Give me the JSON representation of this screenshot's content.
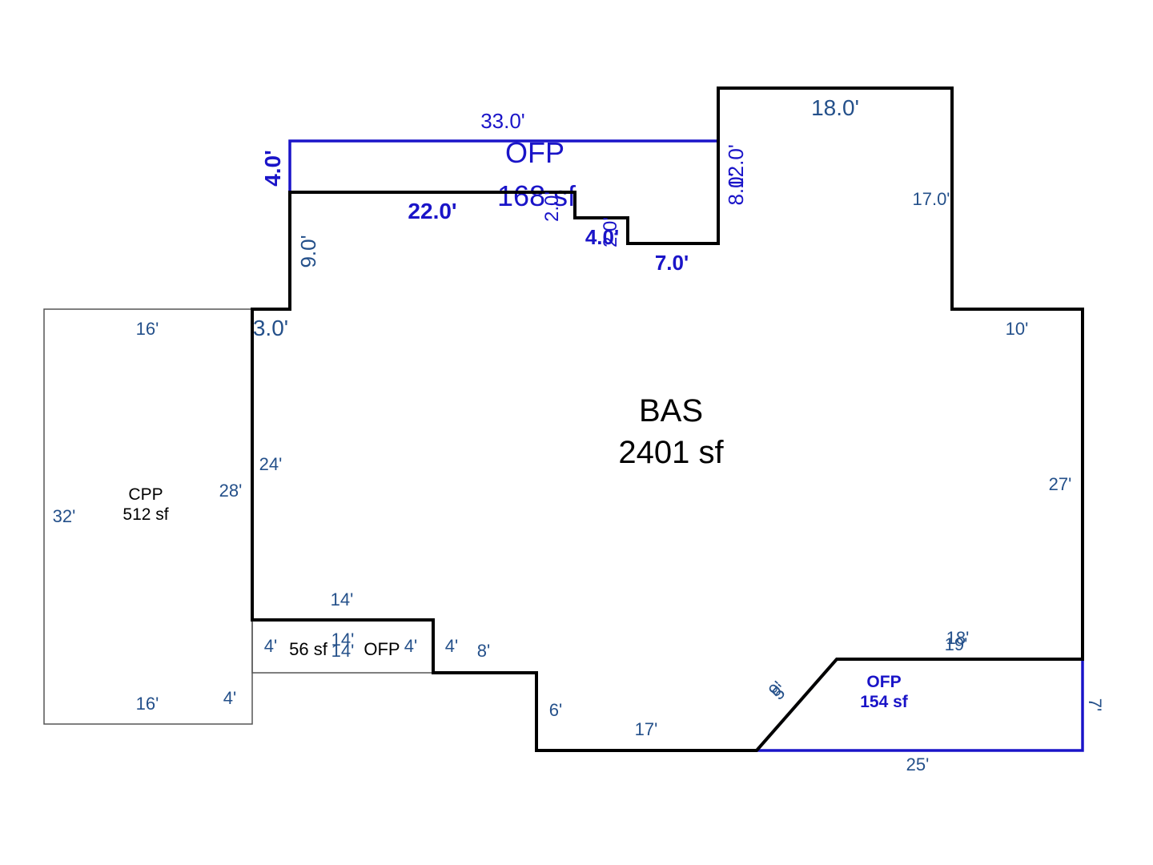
{
  "areas": {
    "bas": {
      "code": "BAS",
      "area": "2401 sf"
    },
    "cpp": {
      "code": "CPP",
      "area": "512 sf"
    },
    "ofp_top": {
      "code": "OFP",
      "area": "168 sf"
    },
    "ofp_small": {
      "code": "OFP",
      "area": "56 sf"
    },
    "ofp_right": {
      "code": "OFP",
      "area": "154 sf"
    }
  },
  "dimensions": {
    "bas": {
      "top_right": "18.0'",
      "right_upper": "17.0'",
      "step_right": "10'",
      "right_lower": "27'",
      "bottom_middle": "17'",
      "step_down_left": "6'",
      "step_down_right": "8'",
      "step_left_notch": "4'",
      "left_lower": "24'",
      "left_top": "9.0'",
      "left_step": "3.0'",
      "notch_top": "22.0'",
      "notch_small_a": "2.0'",
      "notch_small_b": "4.0'",
      "notch_small_c": "2.0'",
      "notch_bottom": "7.0'",
      "notch_right": "8.0'"
    },
    "ofp_top": {
      "top": "33.0'",
      "left": "4.0'",
      "right": "12.0'"
    },
    "cpp": {
      "top": "16'",
      "bottom": "16'",
      "left": "32'",
      "right": "28'",
      "right_lower": "4'"
    },
    "ofp_small": {
      "top": "14'",
      "left": "4'",
      "right": "4'",
      "inner_a": "14'",
      "inner_b": "14'"
    },
    "ofp_right": {
      "top_a": "18'",
      "top_b": "19'",
      "right": "7'",
      "bottom": "25'",
      "diag_a": "9'",
      "diag_b": "5'"
    }
  },
  "colors": {
    "bas_line": "#000000",
    "ofp_line": "#1a14c8",
    "cpp_line": "#555555",
    "dimension_text": "#24508a"
  }
}
